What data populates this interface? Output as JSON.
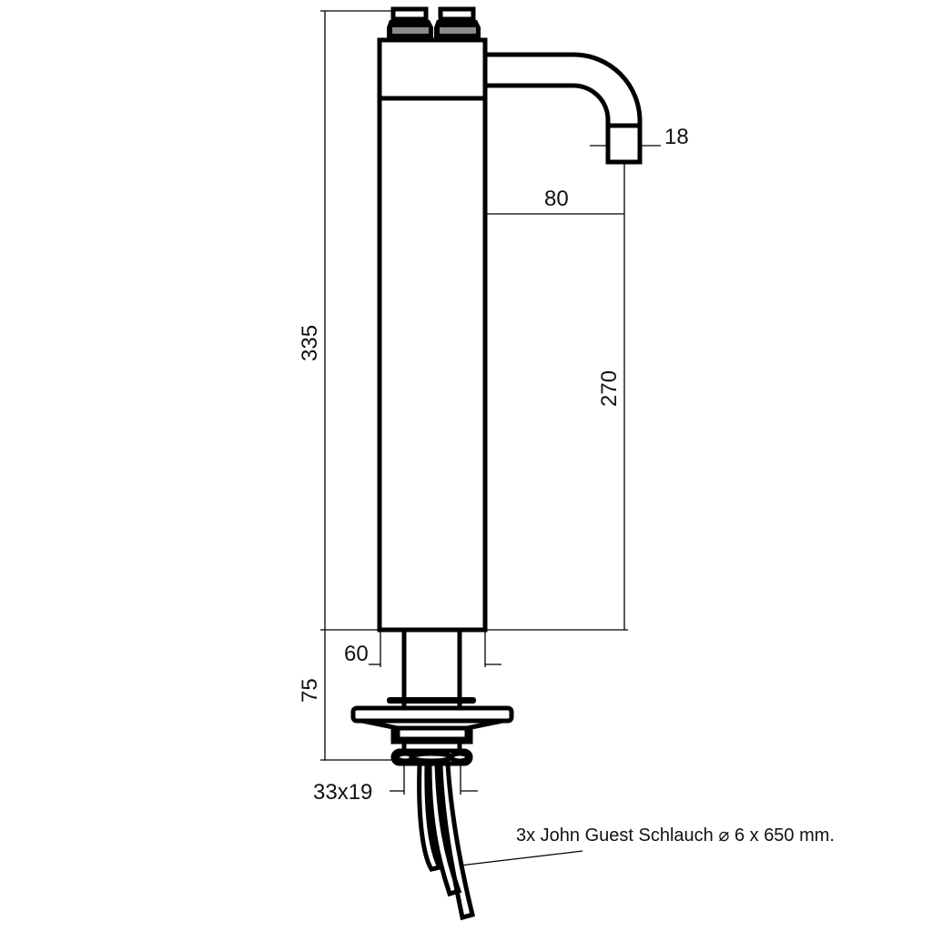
{
  "drawing": {
    "dimensions": {
      "total_height": "335",
      "spout_diameter": "18",
      "spout_reach": "80",
      "spout_height": "270",
      "shank_length": "75",
      "body_width": "60",
      "hole_size": "33x19"
    },
    "note": "3x John Guest Schlauch ⌀ 6 x 650 mm.",
    "line_color": "#000000",
    "background_color": "#ffffff"
  }
}
